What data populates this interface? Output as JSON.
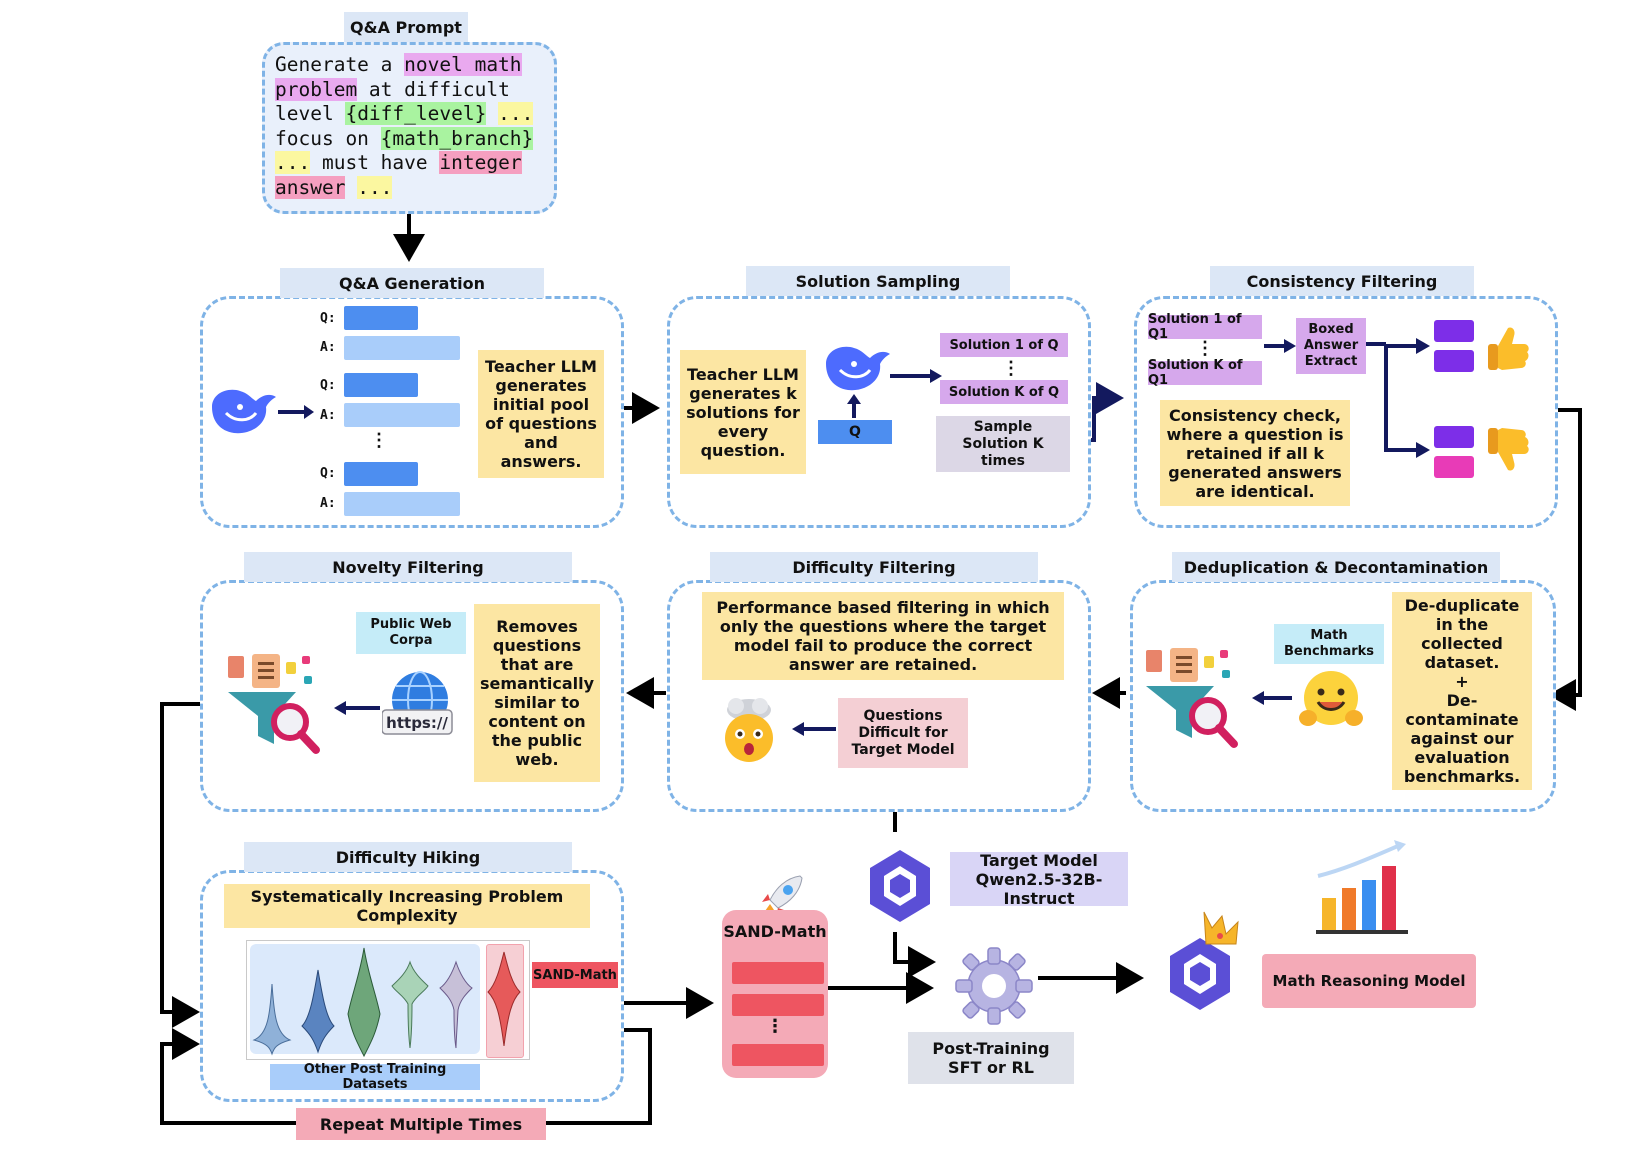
{
  "prompt": {
    "title": "Q&A Prompt",
    "seg1": "Generate a ",
    "seg2": "novel math problem",
    "seg3": " at difficult level ",
    "seg4": "{diff_level}",
    "seg5": " ",
    "seg6": "...",
    "seg7": " focus on ",
    "seg8": "{math_branch}",
    "seg9": "...",
    "seg10": " must have ",
    "seg11": "integer answer",
    "seg12": " ",
    "seg13": "..."
  },
  "qa_generation": {
    "title": "Q&A Generation",
    "q_label": "Q:",
    "a_label": "A:",
    "dots": "⋮",
    "description": "Teacher LLM generates initial pool of questions and answers."
  },
  "solution_sampling": {
    "title": "Solution Sampling",
    "description": "Teacher LLM generates k solutions for every question.",
    "q_label": "Q",
    "solution_1": "Solution 1 of Q",
    "solution_k": "Solution K of Q",
    "dots": "⋮",
    "sample_label": "Sample Solution K times"
  },
  "consistency_filtering": {
    "title": "Consistency Filtering",
    "solution_1": "Solution 1 of Q1",
    "solution_k": "Solution K of Q1",
    "dots": "⋮",
    "boxed": "Boxed Answer Extract",
    "description": "Consistency check, where a question is retained if all k generated answers are identical."
  },
  "dedup": {
    "title": "Deduplication & Decontamination",
    "benchmarks_label": "Math Benchmarks",
    "description_1": "De-duplicate in the collected dataset.",
    "plus": "+",
    "description_2": "De-contaminate against our evaluation benchmarks."
  },
  "difficulty_filtering": {
    "title": "Difficulty Filtering",
    "description": "Performance based filtering in which only the questions where the target model fail to produce the correct answer are retained.",
    "questions_label": "Questions Difficult for Target Model"
  },
  "novelty_filtering": {
    "title": "Novelty Filtering",
    "corpus_label": "Public Web Corpa",
    "url_text": "https://",
    "description": "Removes questions that are semantically similar to content on the public web."
  },
  "difficulty_hiking": {
    "title": "Difficulty Hiking",
    "subtitle": "Systematically Increasing Problem Complexity",
    "sand_tag": "SAND-Math",
    "other_label": "Other Post Training Datasets"
  },
  "repeat_label": "Repeat Multiple Times",
  "sand_math": {
    "title": "SAND-Math",
    "dots": "⋮"
  },
  "target_model": {
    "label_1": "Target Model",
    "label_2": "Qwen2.5-32B-Instruct"
  },
  "post_training": {
    "label_1": "Post-Training",
    "label_2": "SFT or RL"
  },
  "result_label": "Math Reasoning Model",
  "colors": {
    "panel_border": "#7fb3e6",
    "title_bg": "#dce7f6",
    "yellow_box": "#fce6a3",
    "navy_arrow": "#13195e",
    "deepseek_blue": "#4d6bfe",
    "qwen_purple": "#5b4fd6",
    "sand_pink": "#f4aab7",
    "sand_red": "#ee5561"
  }
}
